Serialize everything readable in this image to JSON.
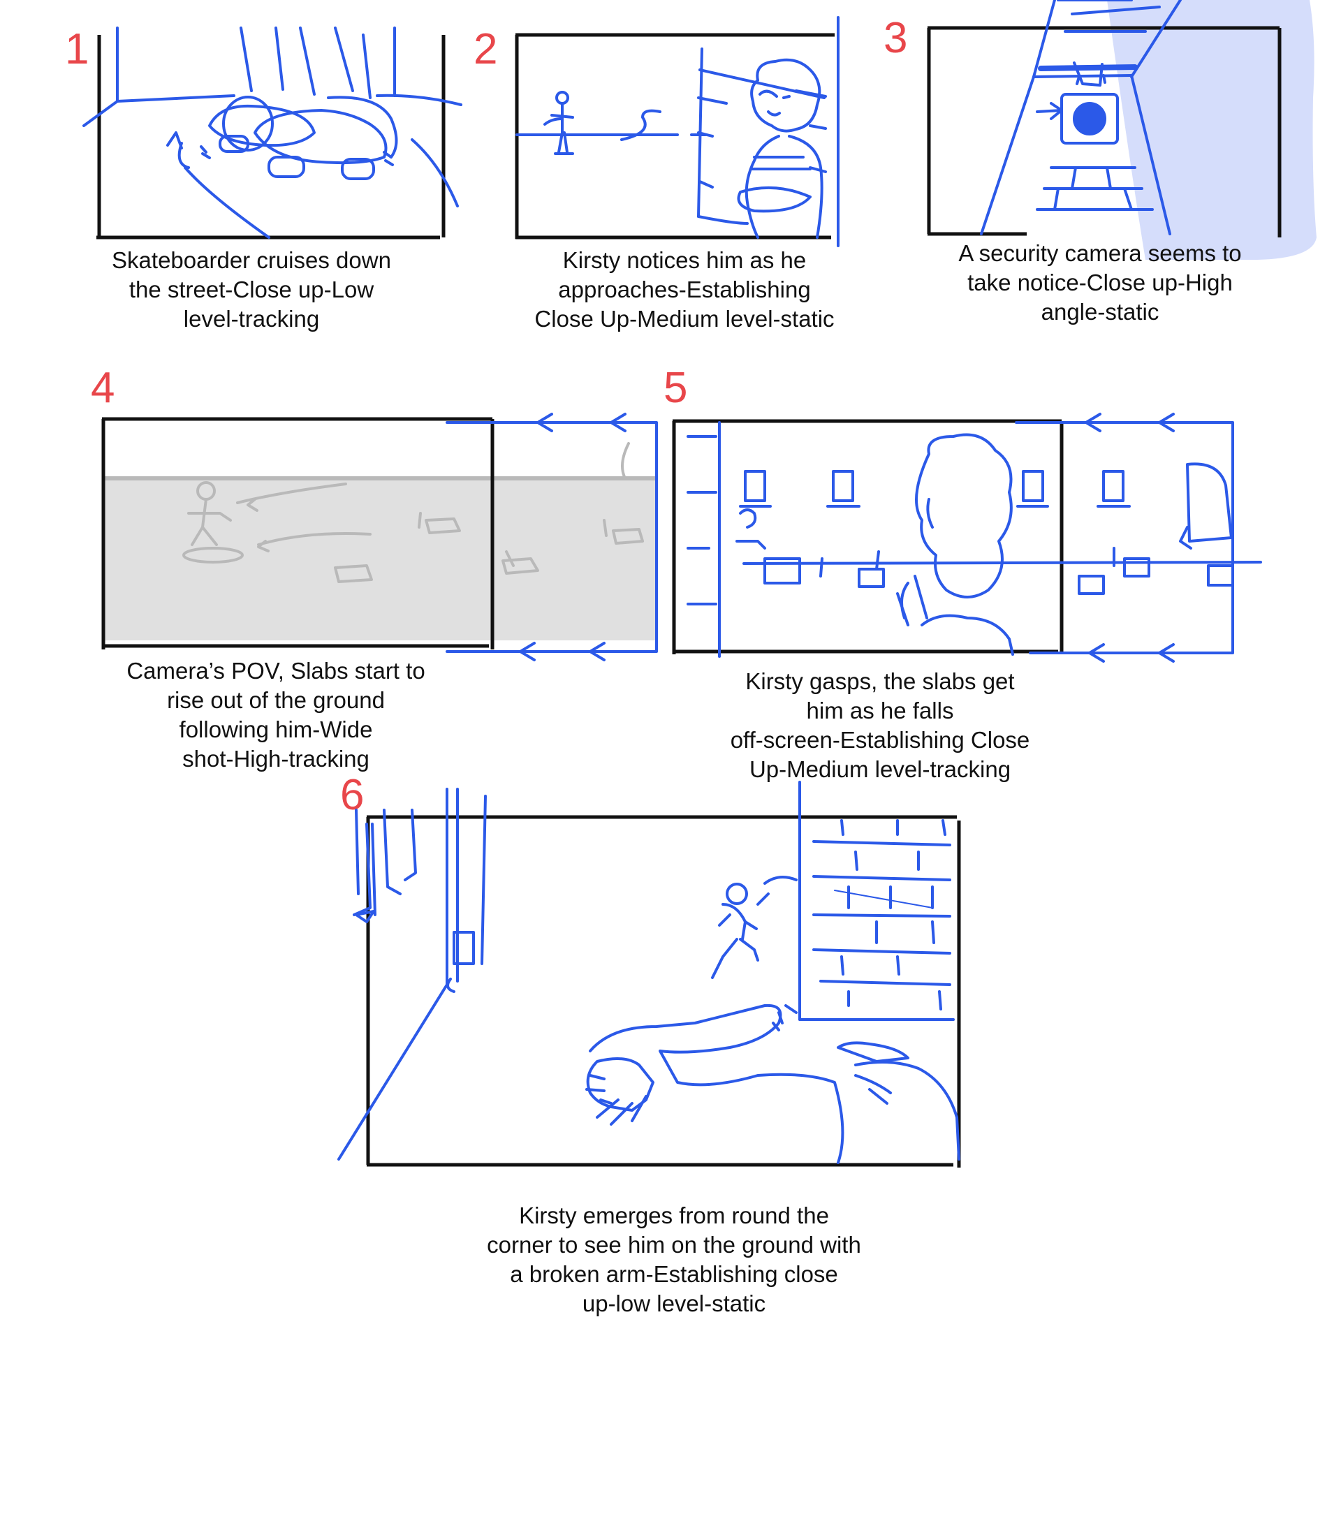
{
  "colors": {
    "number": "#e8464a",
    "sketch": "#2b59e8",
    "frame": "#111111",
    "pov_fill": "#e0e0e0",
    "pov_sketch": "#b9b9b9",
    "highlight": "#d5ddfb"
  },
  "panels": [
    {
      "number": "1",
      "caption": "Skateboarder cruises down\nthe street-Close up-Low\nlevel-tracking",
      "drawing": "skateboard-feet-closeup"
    },
    {
      "number": "2",
      "caption": "Kirsty notices him as he\napproaches-Establishing\nClose Up-Medium level-static",
      "drawing": "kirsty-watching-skater"
    },
    {
      "number": "3",
      "caption": "A security camera seems to\ntake notice-Close up-High\nangle-static",
      "drawing": "security-camera"
    },
    {
      "number": "4",
      "caption": "Camera’s POV, Slabs start to\nrise out of the ground\nfollowing him-Wide\nshot-High-tracking",
      "drawing": "camera-pov-slabs"
    },
    {
      "number": "5",
      "caption": "Kirsty gasps, the slabs get\nhim as he falls\noff-screen-Establishing Close\nUp-Medium level-tracking",
      "drawing": "kirsty-gasps"
    },
    {
      "number": "6",
      "caption": "Kirsty emerges from round the\ncorner to see him on the ground with\na broken arm-Establishing close\nup-low level-static",
      "drawing": "kirsty-finds-skater"
    }
  ]
}
